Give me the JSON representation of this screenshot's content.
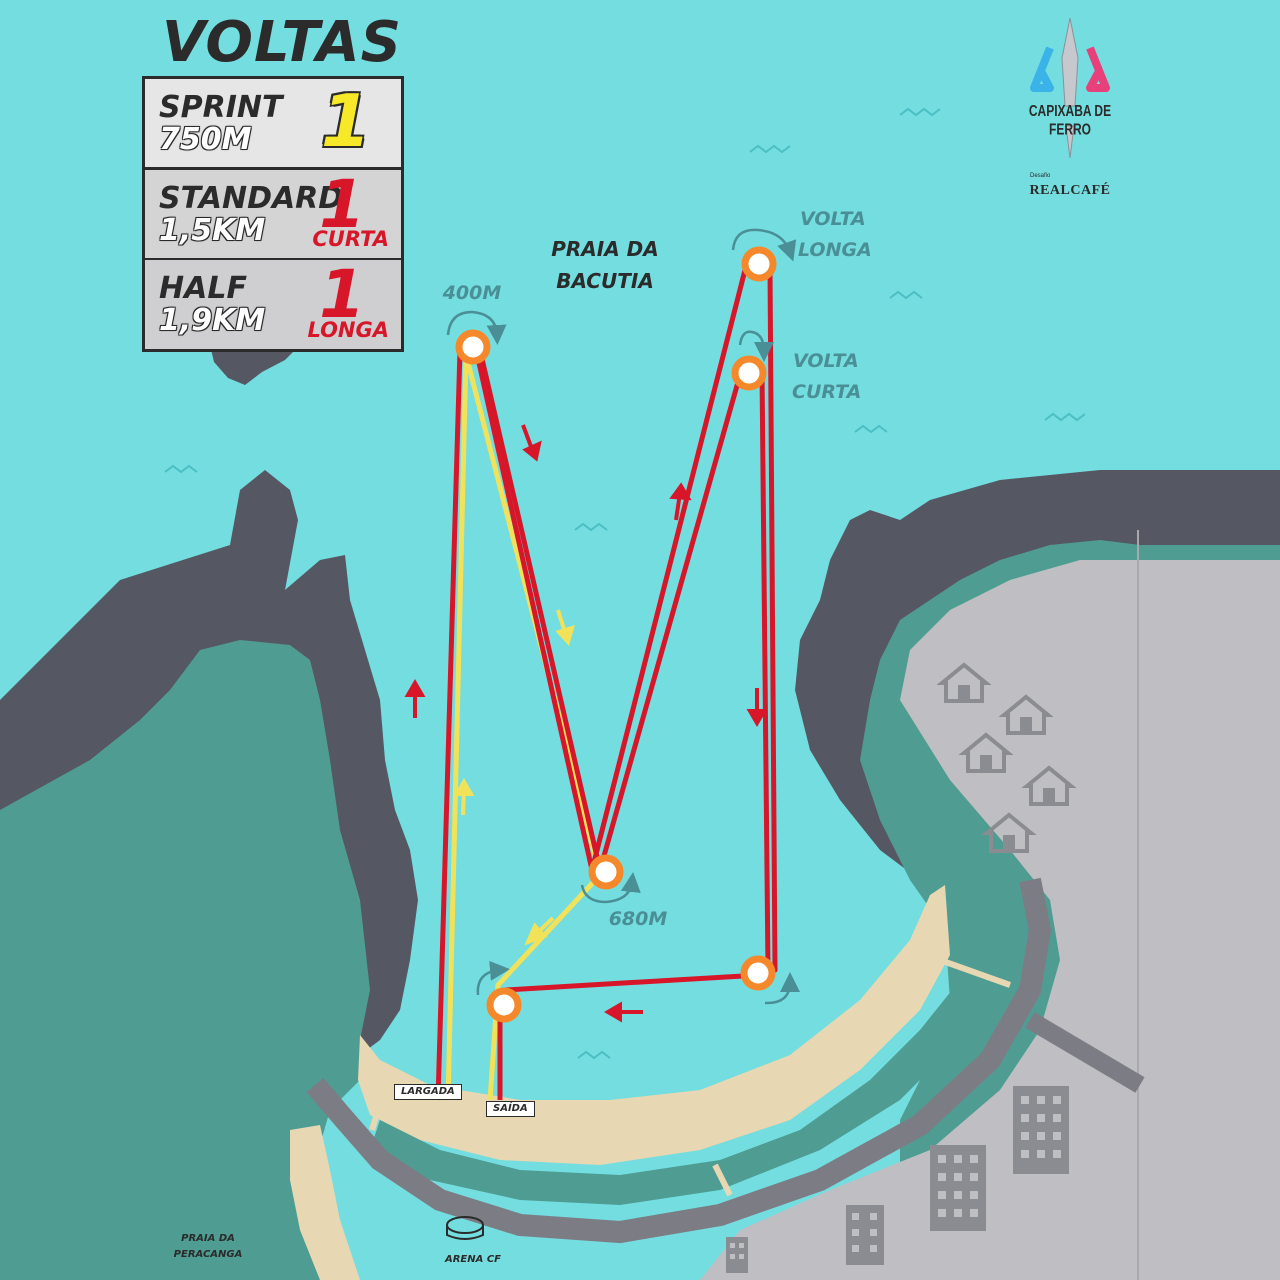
{
  "legend": {
    "title": "VOLTAS",
    "rows": [
      {
        "name": "SPRINT",
        "distance": "750M",
        "laps": "1",
        "note": ""
      },
      {
        "name": "STANDARD",
        "distance": "1,5KM",
        "laps": "1",
        "note": "CURTA"
      },
      {
        "name": "HALF",
        "distance": "1,9KM",
        "laps": "1",
        "note": "LONGA"
      }
    ]
  },
  "logo": {
    "event_name": "CAPIXABA DE FERRO",
    "sponsor_prefix": "Desafio",
    "sponsor": "REALCAFÉ"
  },
  "labels": {
    "bay": [
      "PRAIA DA",
      "BACUTIA"
    ],
    "buoy_400": "400M",
    "buoy_680": "680M",
    "volta_longa": [
      "VOLTA",
      "LONGA"
    ],
    "volta_curta": [
      "VOLTA",
      "CURTA"
    ],
    "start": "LARGADA",
    "exit": "SAÍDA",
    "arena": "ARENA CF",
    "beach_left": [
      "PRAIA DA",
      "PERACANGA"
    ]
  },
  "colors": {
    "water": "#74dde0",
    "rock": "#555763",
    "vegetation": "#4f9c93",
    "sand": "#e7d7b2",
    "urban": "#bfbfc3",
    "route_long": "#d8162a",
    "route_short": "#f2e25a",
    "buoy": "#f5882b"
  },
  "icons": [
    "house-icon",
    "building-icon",
    "stadium-icon",
    "wave-icon",
    "arrow-icon",
    "buoy-icon",
    "turn-arrow-icon"
  ]
}
